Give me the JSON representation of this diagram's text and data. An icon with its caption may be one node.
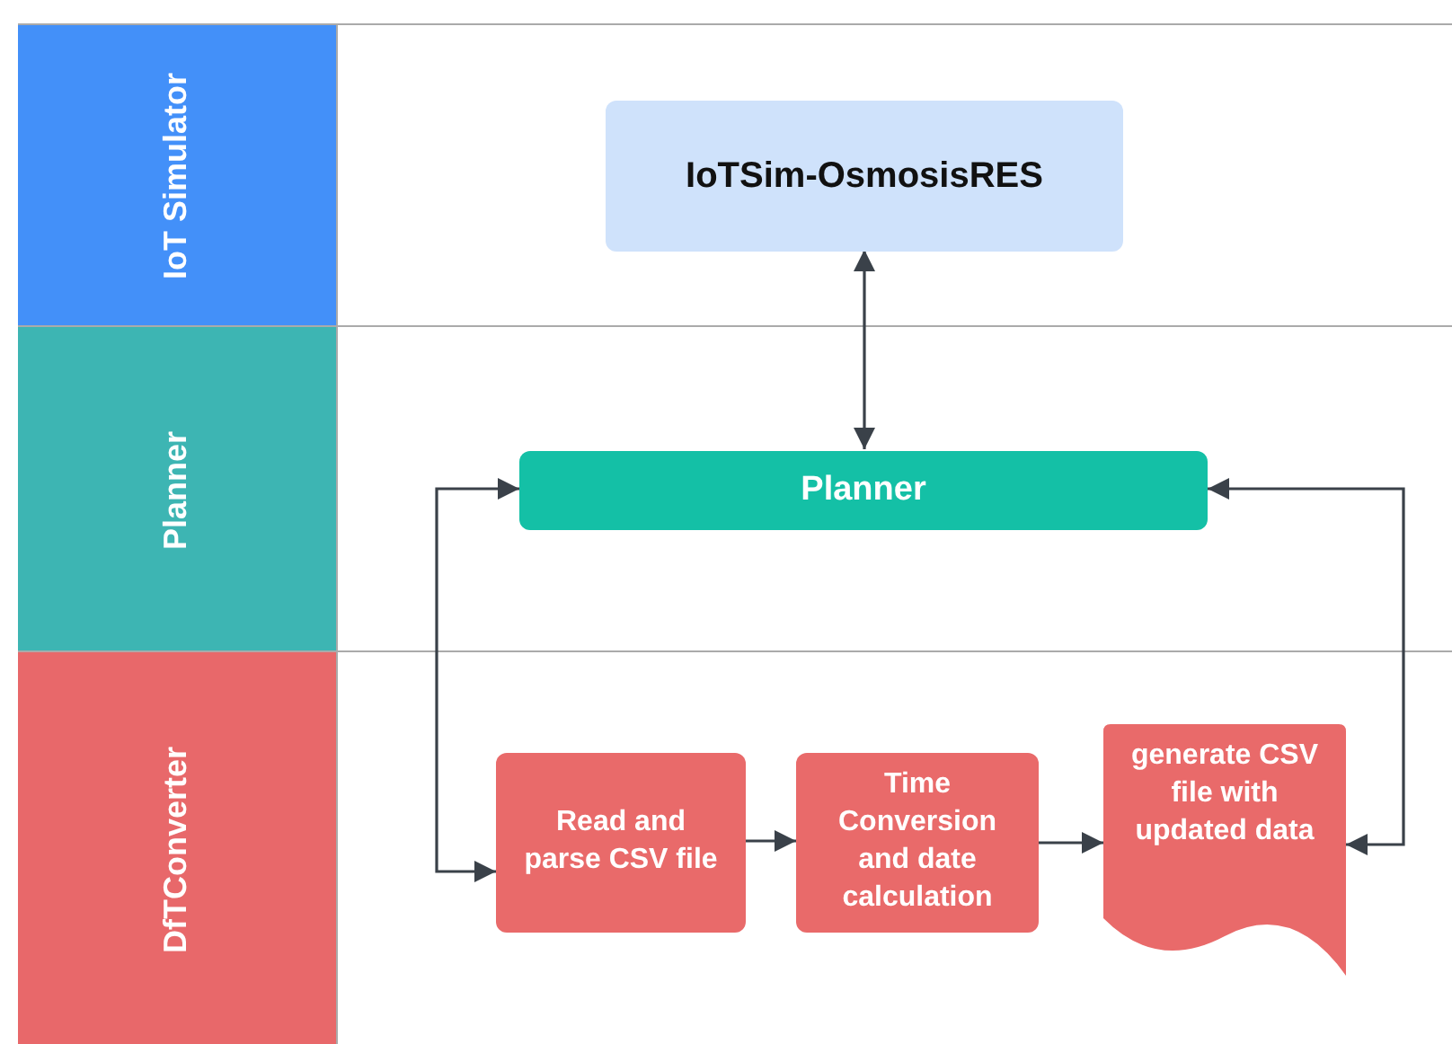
{
  "diagram": {
    "nodes": [
      {
        "text": [
          "IoT Simulator"
        ]
      },
      {
        "text": [
          "IoTSim-OsmosisRES"
        ],
        "in": 0
      },
      {
        "text": [
          "Planner"
        ]
      },
      {
        "text": [
          "Planner"
        ],
        "in": 2
      },
      {
        "text": [
          "DfTConverter"
        ]
      },
      {
        "text": [
          "Read and parse CSV file"
        ],
        "in": 4
      },
      {
        "text": [
          "Time Conversion and date calculation"
        ],
        "in": 4
      },
      {
        "text": [
          "generate CSV file with updated data"
        ],
        "in": 4
      }
    ],
    "edges": [
      {
        "from": 1,
        "to": 3,
        "arrow": "both"
      },
      {
        "from": 3,
        "to": 5,
        "arrow": "both"
      },
      {
        "from": 5,
        "to": 6,
        "arrow": "to"
      },
      {
        "from": 6,
        "to": 7,
        "arrow": "to"
      },
      {
        "from": 3,
        "to": 7,
        "arrow": "both"
      }
    ]
  }
}
